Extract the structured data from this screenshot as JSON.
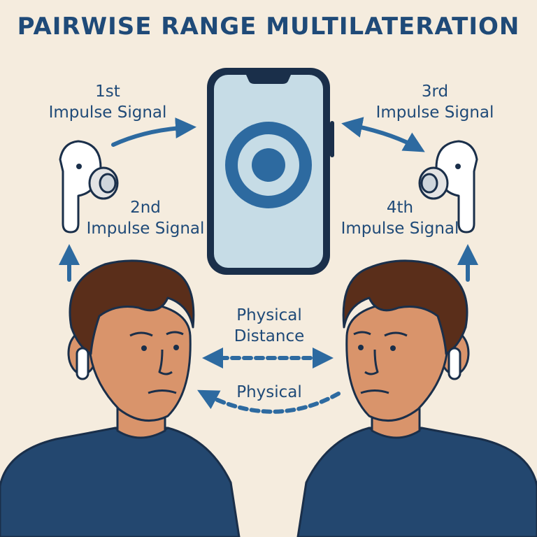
{
  "title": "PAIRWISE RANGE MULTILATERATION",
  "signals": {
    "first": {
      "ordinal": "1st",
      "text": "Impulse Signal"
    },
    "second": {
      "ordinal": "2nd",
      "text": "Impulse Signal"
    },
    "third": {
      "ordinal": "3rd",
      "text": "Impulse Signal"
    },
    "fourth": {
      "ordinal": "4th",
      "text": "Impulse Signal"
    }
  },
  "distance": {
    "line1": "Physical",
    "line2": "Distance",
    "lower": "Physical"
  },
  "colors": {
    "background": "#f5ecde",
    "accent": "#2d6aa0",
    "text": "#1f4a78",
    "shirt": "#23476f",
    "skin": "#d9946b",
    "hair": "#5a2e1a",
    "screen": "#c6dce6"
  },
  "icons": {
    "phone": "smartphone-icon",
    "target": "target-icon",
    "earbud": "earbud-icon"
  }
}
